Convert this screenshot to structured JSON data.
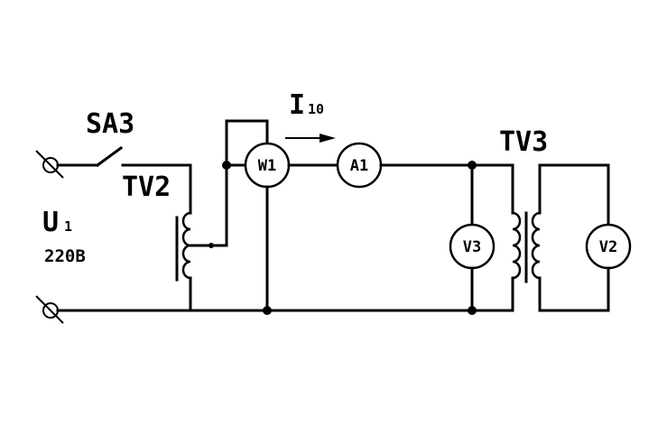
{
  "labels": {
    "switch": "SA3",
    "tv2": "TV2",
    "tv3": "TV3",
    "voltage_symbol": "U",
    "voltage_sub": "1",
    "voltage_value": "220В",
    "current_symbol": "I",
    "current_sub": "10"
  },
  "meters": {
    "w1": "W1",
    "a1": "A1",
    "v3": "V3",
    "v2": "V2"
  },
  "colors": {
    "line": "#000000",
    "background": "#ffffff"
  }
}
